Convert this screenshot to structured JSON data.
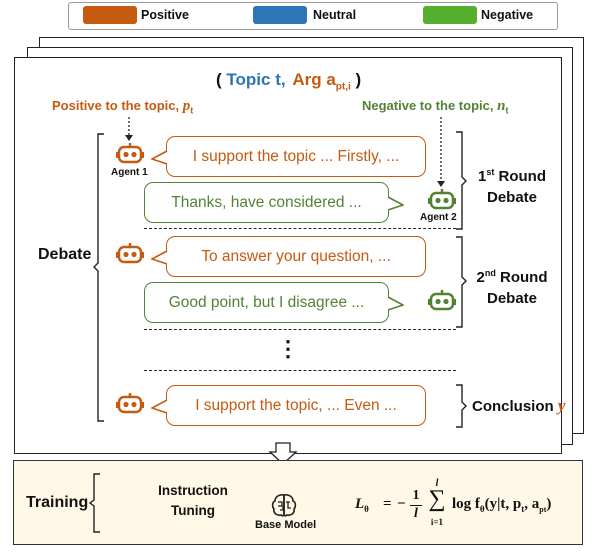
{
  "legend": [
    {
      "label": "Positive",
      "color": "#c55a11"
    },
    {
      "label": "Neutral",
      "color": "#2e75b6"
    },
    {
      "label": "Negative",
      "color": "#55b02e"
    }
  ],
  "header": {
    "open": "(",
    "topic": "Topic t,",
    "arg_prefix": "Arg a",
    "arg_sub": "pt,i",
    "close": ")"
  },
  "positive_label": {
    "text": "Positive to the topic,",
    "sym": "p",
    "sub": "t"
  },
  "negative_label": {
    "text": "Negative to the topic,",
    "sym": "n",
    "sub": "t"
  },
  "agents": {
    "agent1": "Agent 1",
    "agent2": "Agent 2"
  },
  "debate_label": "Debate",
  "messages": [
    {
      "side": "positive",
      "text": "I support the topic ... Firstly, ..."
    },
    {
      "side": "negative",
      "text": "Thanks, have considered ..."
    },
    {
      "side": "positive",
      "text": "To answer your question, ..."
    },
    {
      "side": "negative",
      "text": "Good point, but I disagree ..."
    },
    {
      "side": "positive",
      "text": "I support the topic, ... Even ..."
    }
  ],
  "rounds": [
    {
      "num": "1",
      "sup": "st",
      "line1": " Round",
      "line2": "Debate"
    },
    {
      "num": "2",
      "sup": "nd",
      "line1": " Round",
      "line2": "Debate"
    }
  ],
  "ellipsis": "⋮",
  "conclusion": {
    "text": "Conclusion",
    "sym": "y"
  },
  "training": {
    "label": "Training",
    "method_line1": "Instruction",
    "method_line2": "Tuning",
    "model": "Base Model",
    "loss_lhs": "L",
    "loss_lhs_sub": "θ",
    "loss_eq": "=",
    "loss_neg": "−",
    "loss_num": "1",
    "loss_den": "l",
    "sum_top": "l",
    "sum_sym": "∑",
    "sum_bot": "i=1",
    "loss_body": "log f",
    "loss_body_sub": "θ",
    "loss_args": "(y|t, p",
    "loss_args_sub": "t",
    "loss_args2": ", a",
    "loss_args2_sub": "pt",
    "loss_close": ")"
  },
  "down_arrow": "⇩"
}
